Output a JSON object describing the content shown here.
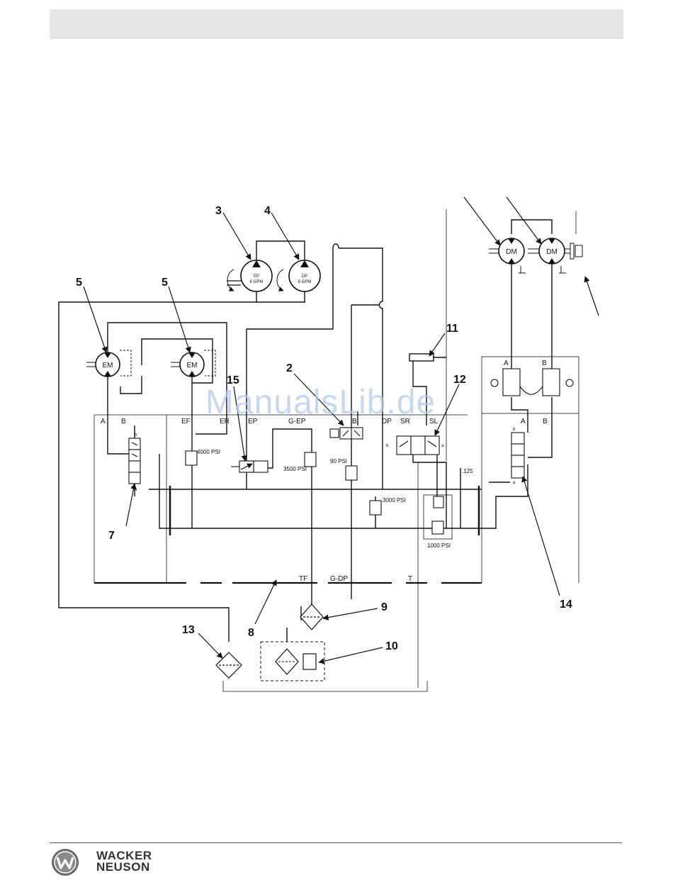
{
  "diagram": {
    "callouts": {
      "c3": "3",
      "c4": "4",
      "c5a": "5",
      "c5b": "5",
      "c7": "7",
      "c15": "15",
      "c2": "2",
      "c11": "11",
      "c12": "12",
      "c14": "14",
      "c13": "13",
      "c8": "8",
      "c9": "9",
      "c10": "10"
    },
    "motors": {
      "em_left": "EM",
      "em_right": "EM",
      "dm_left": "DM",
      "dm_right": "DM"
    },
    "pumps": {
      "ep_line1": "EP",
      "ep_line2": "6 GPM",
      "dp_line1": "DP",
      "dp_line2": "6 GPM"
    },
    "ports": {
      "a": "A",
      "b": "B",
      "ef": "EF",
      "er": "ER",
      "ep": "EP",
      "g_ep": "G-EP",
      "b_mid": "B",
      "dp": "DP",
      "sr": "SR",
      "sl": "SL",
      "a_right": "A",
      "b_right": "B",
      "a_right2": "A",
      "b_right2": "B",
      "tf": "TF",
      "g_dp": "G-DP",
      "t": "T",
      "valve_b_left": "b",
      "valve_a_left": "a",
      "valve12_b": "b",
      "valve12_a": "a",
      "valve14_b": "b",
      "valve14_a": "a"
    },
    "pressures": {
      "p4000": "4000 PSI",
      "p3500": "3500 PSI",
      "p90": "90 PSI",
      "p3000": "3000 PSI",
      "p1000": "1000 PSI",
      "orifice": ".125"
    }
  },
  "watermark": "ManualsLib.de",
  "brand": {
    "line1": "WACKER",
    "line2": "NEUSON"
  }
}
